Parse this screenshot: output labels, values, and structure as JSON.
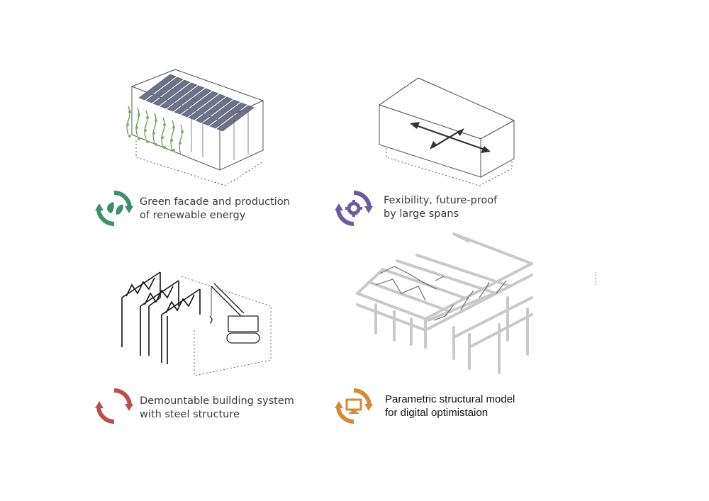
{
  "features": [
    {
      "id": "green",
      "color": "#3f8f6b",
      "icon": "leaf-icon",
      "lines": [
        "Green facade and production",
        "of renewable energy"
      ]
    },
    {
      "id": "flex",
      "color": "#6c5b9e",
      "icon": "gear-icon",
      "lines": [
        "Fexibility, future-proof",
        "by large spans"
      ]
    },
    {
      "id": "demount",
      "color": "#b5524e",
      "icon": "cycle-icon",
      "lines": [
        "Demountable building system",
        "with steel structure"
      ]
    },
    {
      "id": "param",
      "color": "#d38a3c",
      "icon": "monitor-icon",
      "lines": [
        "Parametric structural model",
        "for digital optimistaion"
      ]
    }
  ]
}
